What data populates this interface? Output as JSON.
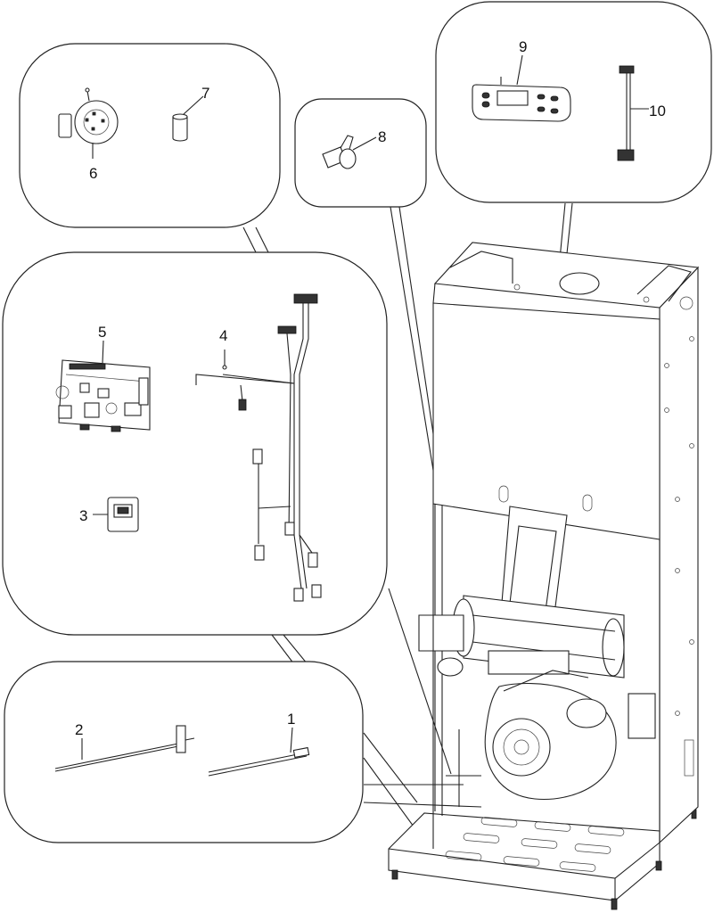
{
  "callouts": {
    "c1": "1",
    "c2": "2",
    "c3": "3",
    "c4": "4",
    "c5": "5",
    "c6": "6",
    "c7": "7",
    "c8": "8",
    "c9": "9",
    "c10": "10"
  },
  "colors": {
    "line": "#222222",
    "background": "#ffffff"
  }
}
